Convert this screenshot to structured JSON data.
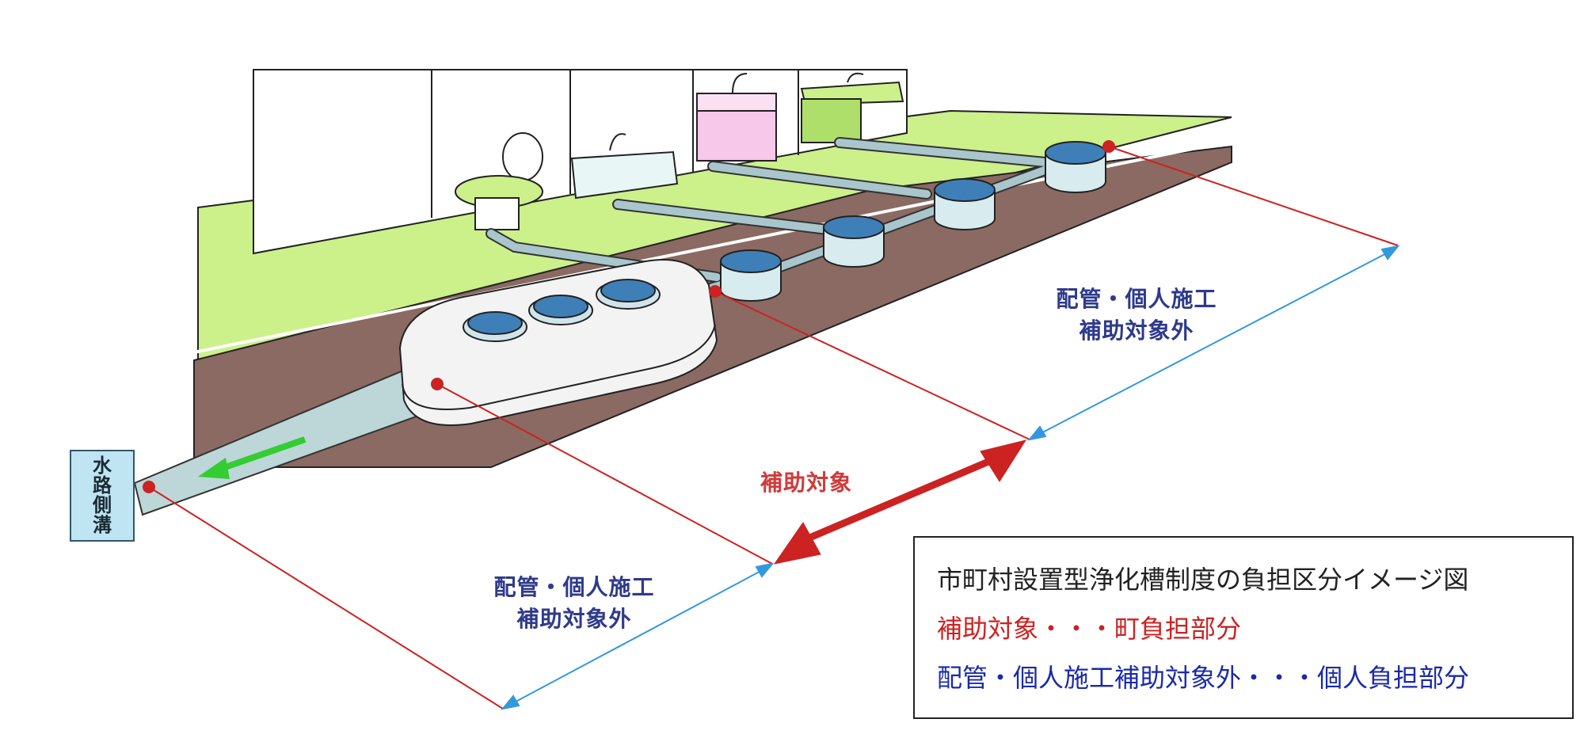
{
  "labels": {
    "ditch": "水路側溝",
    "upper_excluded": [
      "配管・個人施工",
      "補助対象外"
    ],
    "lower_excluded": [
      "配管・個人施工",
      "補助対象外"
    ],
    "subsidy_target": "補助対象"
  },
  "legend": {
    "title": "市町村設置型浄化槽制度の負担区分イメージ図",
    "town_burden": "補助対象・・・町負担部分",
    "personal_burden": "配管・個人施工補助対象外・・・個人負担部分"
  },
  "colors": {
    "town": "#cc2222",
    "personal": "#1a2aa8",
    "dimension_blue": "#3399dd",
    "lawn": "#ccf08a",
    "ground": "#8a6a62",
    "arrow_green": "#33cc33"
  }
}
